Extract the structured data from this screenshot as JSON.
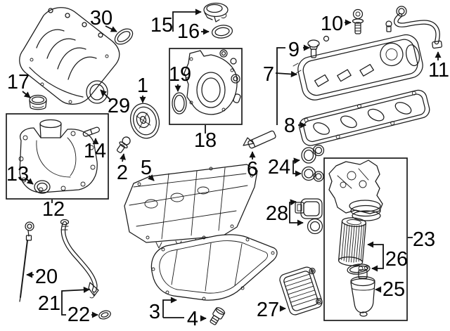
{
  "diagram": {
    "type": "exploded-parts-diagram",
    "subject": "engine-oil-and-covers",
    "background_color": "#ffffff",
    "line_color": "#1a1a1a",
    "label_color": "#000000",
    "callouts": [
      {
        "number": "1",
        "target": "crankshaft-pulley-seal"
      },
      {
        "number": "2",
        "target": "bolt"
      },
      {
        "number": "3",
        "target": "lower-oil-pan"
      },
      {
        "number": "4",
        "target": "oil-drain-plug"
      },
      {
        "number": "5",
        "target": "upper-oil-pan"
      },
      {
        "number": "6",
        "target": "sealant-tube"
      },
      {
        "number": "7",
        "target": "valve-cover"
      },
      {
        "number": "8",
        "target": "valve-cover-gasket"
      },
      {
        "number": "9",
        "target": "cover-bolt"
      },
      {
        "number": "10",
        "target": "stud-bolt"
      },
      {
        "number": "11",
        "target": "breather-hose"
      },
      {
        "number": "12",
        "target": "front-cover-assembly"
      },
      {
        "number": "13",
        "target": "front-cover-seal"
      },
      {
        "number": "14",
        "target": "dowel-pin"
      },
      {
        "number": "15",
        "target": "oil-filler-cap"
      },
      {
        "number": "16",
        "target": "filler-cap-seal"
      },
      {
        "number": "17",
        "target": "intake-collar-seal"
      },
      {
        "number": "18",
        "target": "timing-cover-assembly"
      },
      {
        "number": "19",
        "target": "timing-cover-o-ring"
      },
      {
        "number": "20",
        "target": "oil-dipstick"
      },
      {
        "number": "21",
        "target": "dipstick-tube"
      },
      {
        "number": "22",
        "target": "dipstick-tube-o-ring"
      },
      {
        "number": "23",
        "target": "oil-filter-housing-assembly"
      },
      {
        "number": "24",
        "target": "housing-gasket-set"
      },
      {
        "number": "25",
        "target": "oil-filter-cap"
      },
      {
        "number": "26",
        "target": "oil-filter-element"
      },
      {
        "number": "27",
        "target": "oil-cooler"
      },
      {
        "number": "28",
        "target": "oil-cooler-gasket-set"
      },
      {
        "number": "29",
        "target": "intake-manifold"
      },
      {
        "number": "30",
        "target": "manifold-gasket"
      }
    ]
  }
}
